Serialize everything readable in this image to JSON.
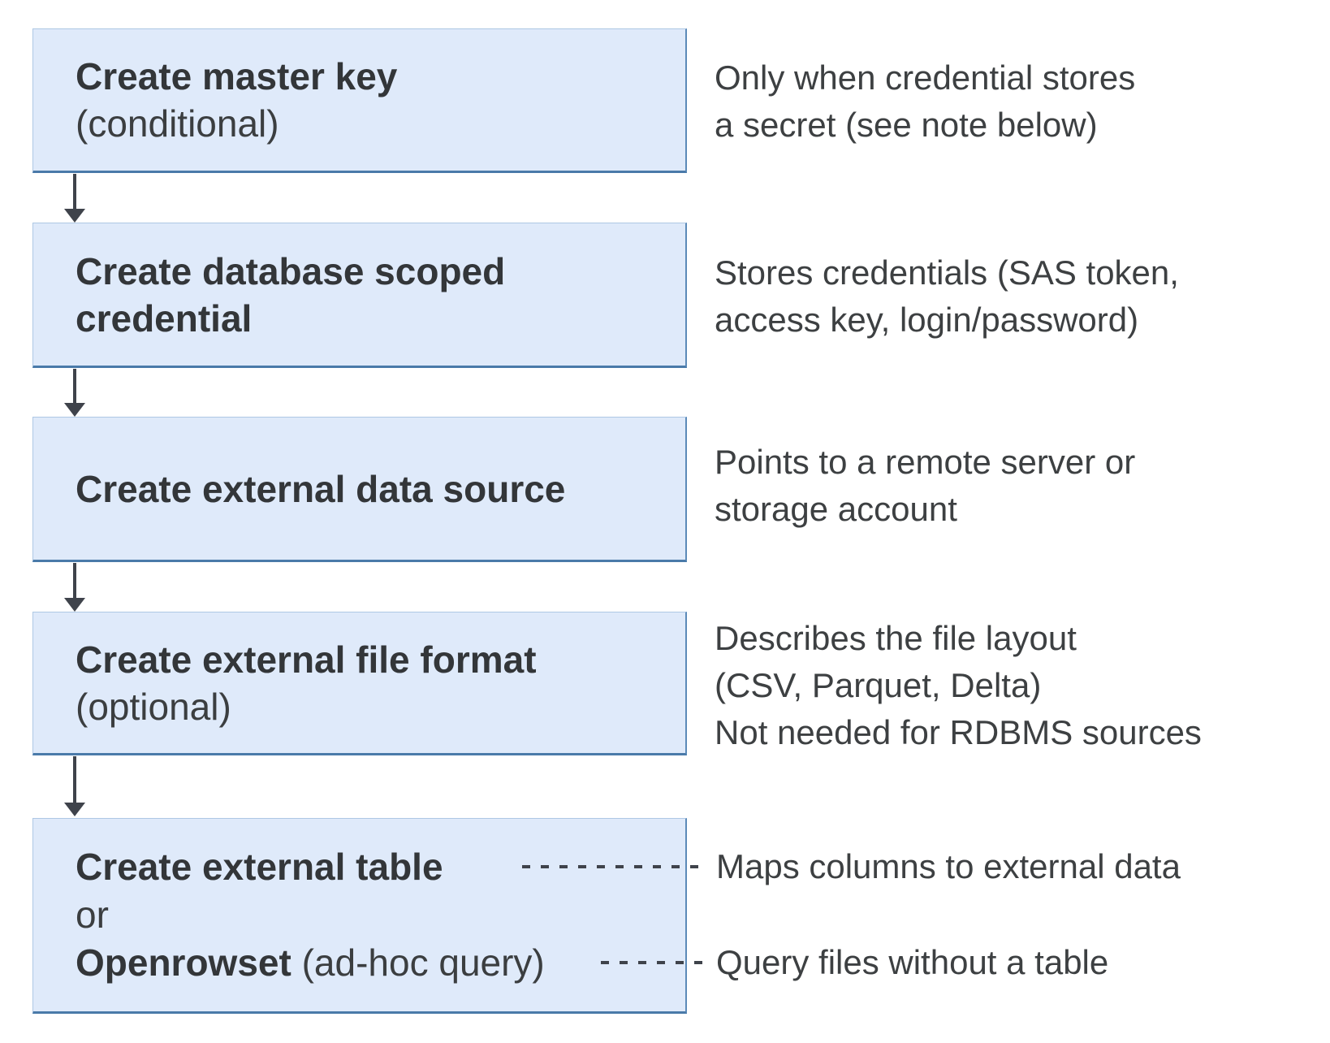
{
  "diagram": {
    "type": "flowchart",
    "colors": {
      "box_fill": "#dfeafa",
      "box_border_right": "#5b8ab8",
      "box_border_bottom": "#4a7aa9",
      "arrow": "#3f434b",
      "title_text": "#333639",
      "note_text": "#3d4042"
    },
    "steps": [
      {
        "box": {
          "line1": "Create master key",
          "line2": "(conditional)"
        },
        "note": {
          "line1": "Only when credential stores",
          "line2": "a secret (see note below)"
        }
      },
      {
        "box": {
          "line1": "Create database scoped",
          "line2": "credential"
        },
        "note": {
          "line1": "Stores credentials (SAS token,",
          "line2": "access key, login/password)"
        }
      },
      {
        "box": {
          "line1": "Create external data source"
        },
        "note": {
          "line1": "Points to a remote server or",
          "line2": "storage account"
        }
      },
      {
        "box": {
          "line1": "Create external file format",
          "line2": "(optional)"
        },
        "note": {
          "line1": "Describes the file layout",
          "line2": "(CSV, Parquet, Delta)",
          "line3": "Not needed for RDBMS sources"
        }
      },
      {
        "box": {
          "line1": "Create external table",
          "line2": "or",
          "line3_bold": "Openrowset",
          "line3_rest": "(ad-hoc query)"
        },
        "note_table": "Maps columns to external data",
        "note_openrowset": "Query files without a table"
      }
    ]
  }
}
